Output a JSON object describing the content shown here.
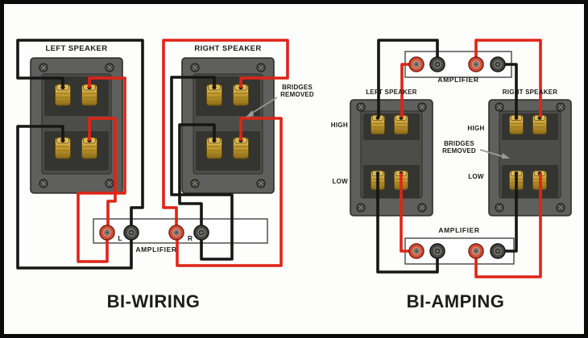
{
  "bi_wiring": {
    "title": "BI-WIRING",
    "left_speaker": {
      "label": "LEFT SPEAKER"
    },
    "right_speaker": {
      "label": "RIGHT SPEAKER"
    },
    "amplifier": {
      "label": "AMPLIFIER",
      "left_channel": "L",
      "right_channel": "R"
    },
    "note": {
      "line1": "BRIDGES",
      "line2": "REMOVED"
    }
  },
  "bi_amping": {
    "title": "BI-AMPING",
    "top_amplifier": {
      "label": "AMPLIFIER"
    },
    "bottom_amplifier": {
      "label": "AMPLIFIER"
    },
    "left_speaker": {
      "label": "LEFT SPEAKER",
      "high": "HIGH",
      "low": "LOW"
    },
    "right_speaker": {
      "label": "RIGHT SPEAKER",
      "high": "HIGH",
      "low": "LOW"
    },
    "note": {
      "line1": "BRIDGES",
      "line2": "REMOVED"
    }
  },
  "colors": {
    "wire_red": "#df2416",
    "wire_black": "#161616",
    "panel_gray": "#5f5f5d",
    "terminal_gold": "#c79d33",
    "background": "#fdfdfb",
    "frame_border": "#0b0b0b"
  }
}
